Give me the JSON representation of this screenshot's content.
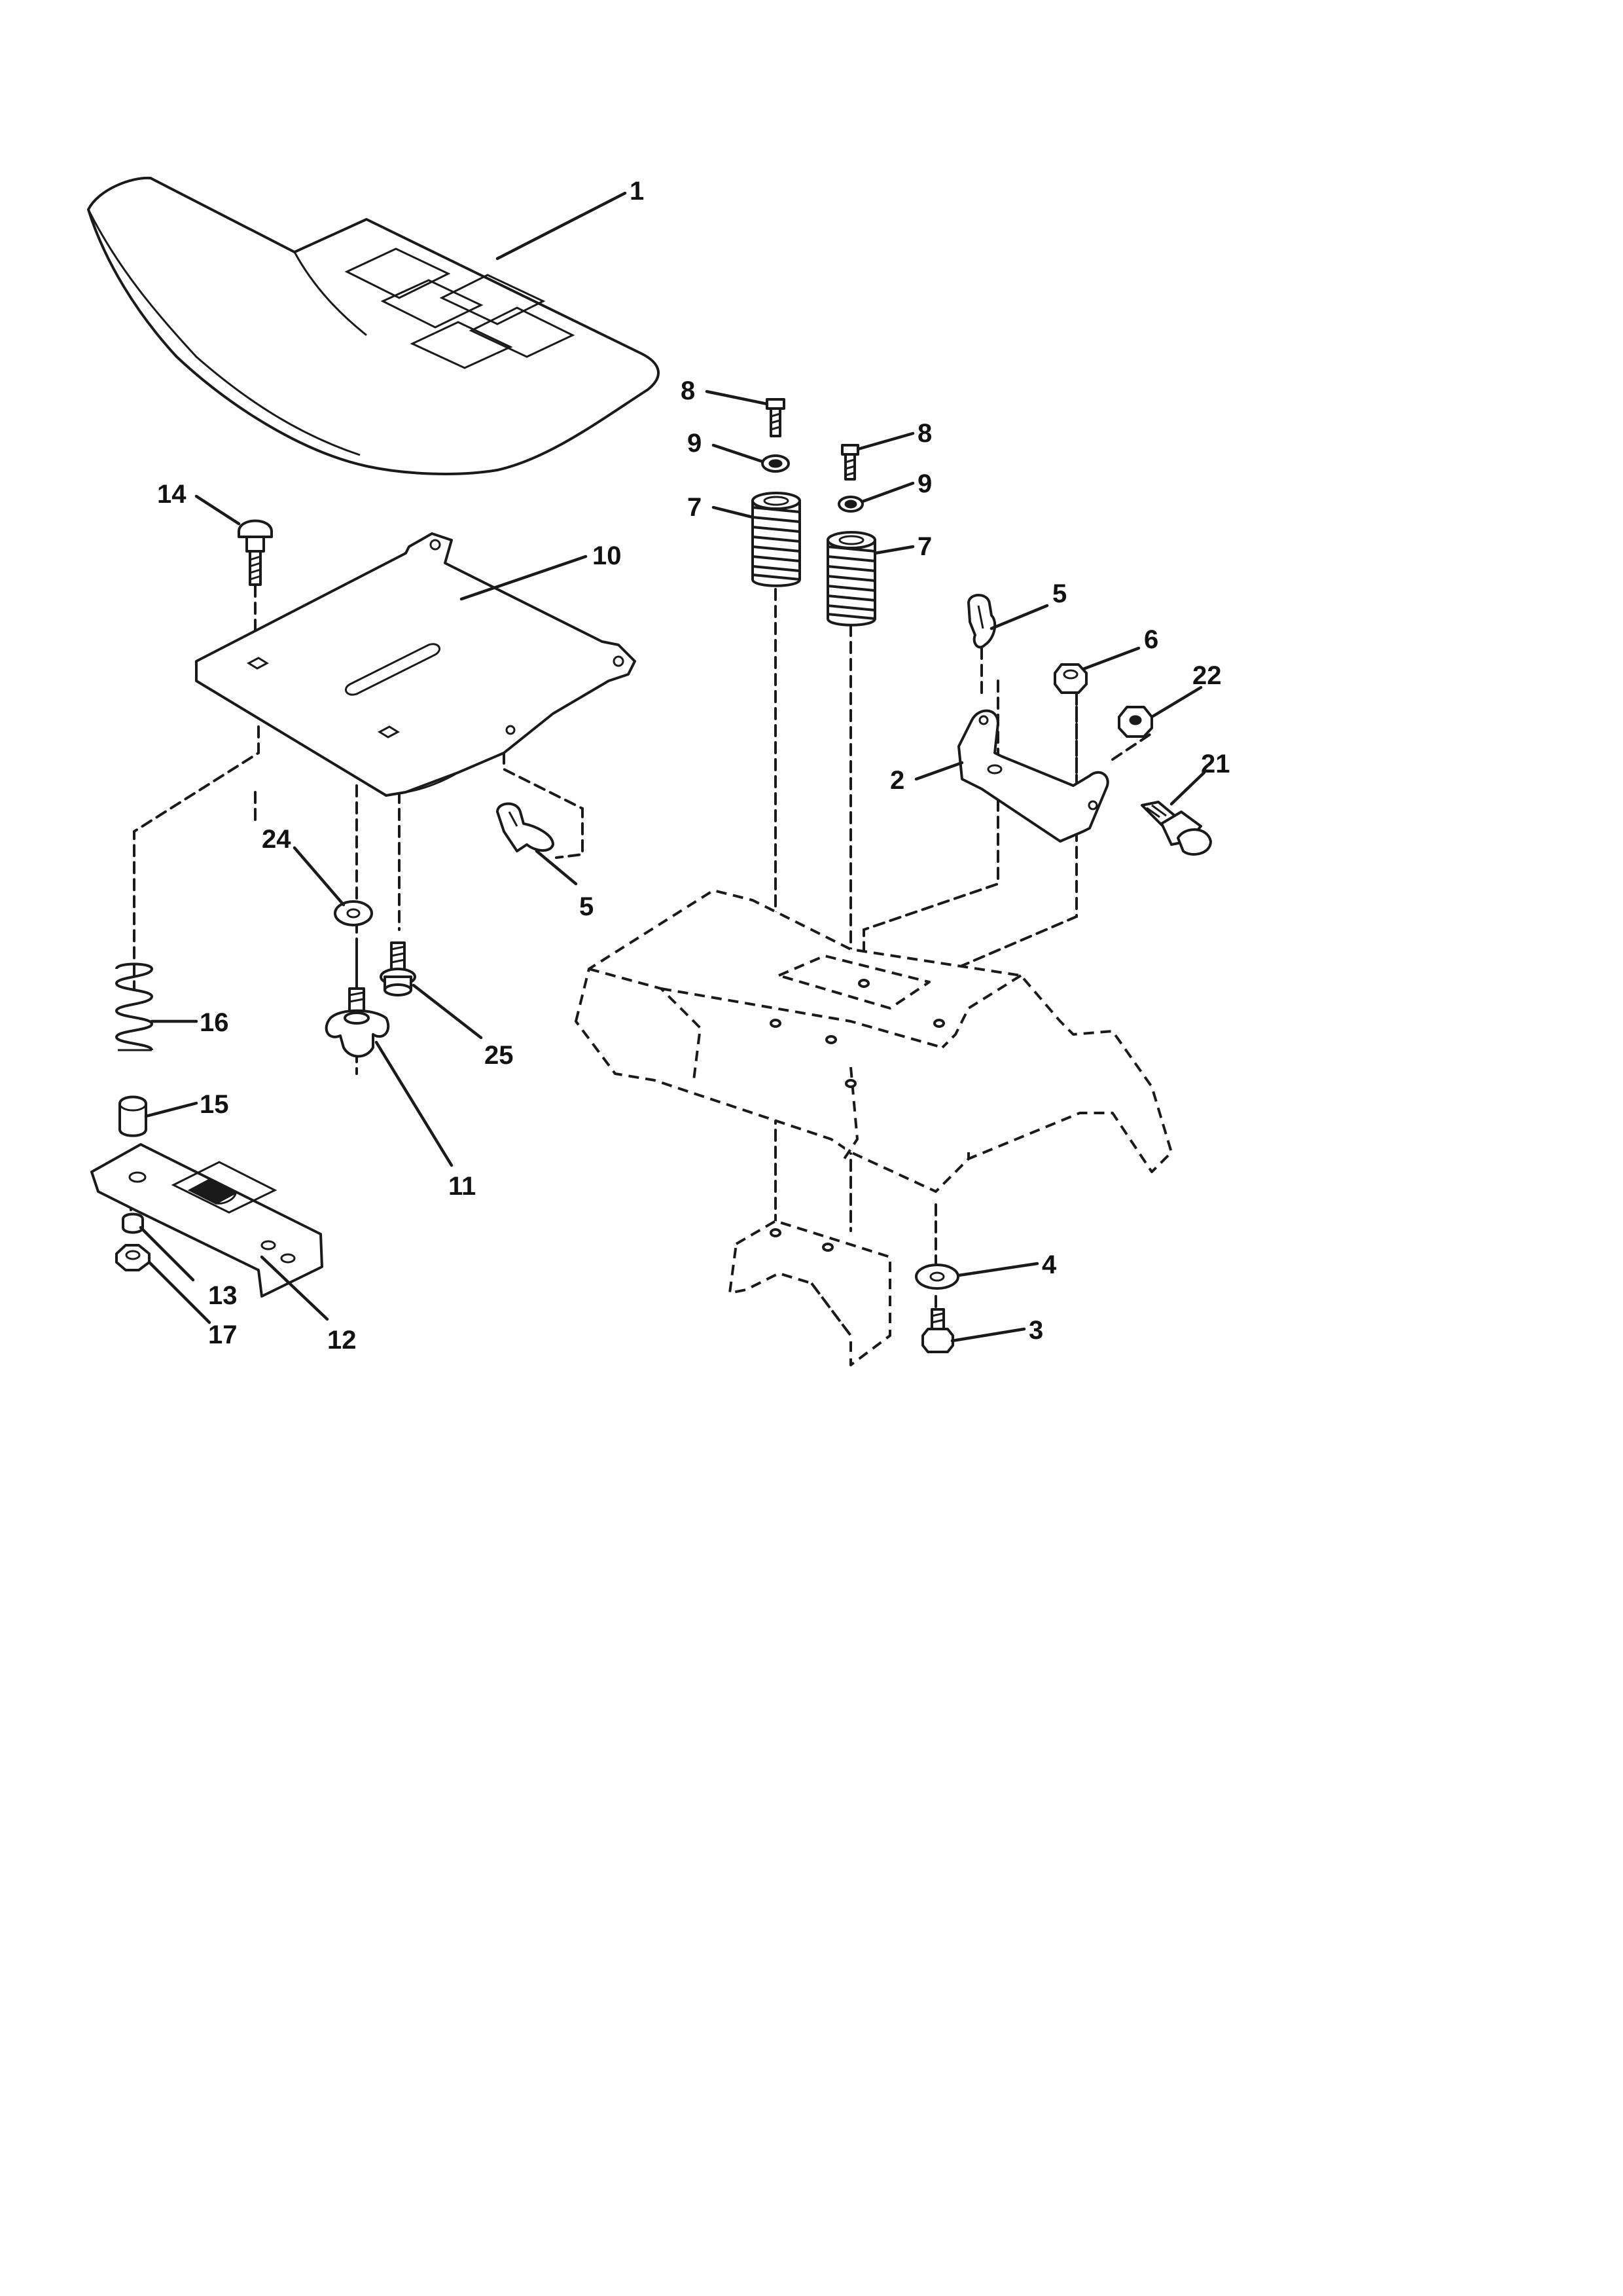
{
  "diagram": {
    "callouts": {
      "c1": "1",
      "c2": "2",
      "c3": "3",
      "c4": "4",
      "c5a": "5",
      "c5b": "5",
      "c6": "6",
      "c7a": "7",
      "c7b": "7",
      "c8a": "8",
      "c8b": "8",
      "c9a": "9",
      "c9b": "9",
      "c10": "10",
      "c11": "11",
      "c12": "12",
      "c13": "13",
      "c14": "14",
      "c15": "15",
      "c16": "16",
      "c17": "17",
      "c21": "21",
      "c22": "22",
      "c24": "24",
      "c25": "25"
    }
  }
}
